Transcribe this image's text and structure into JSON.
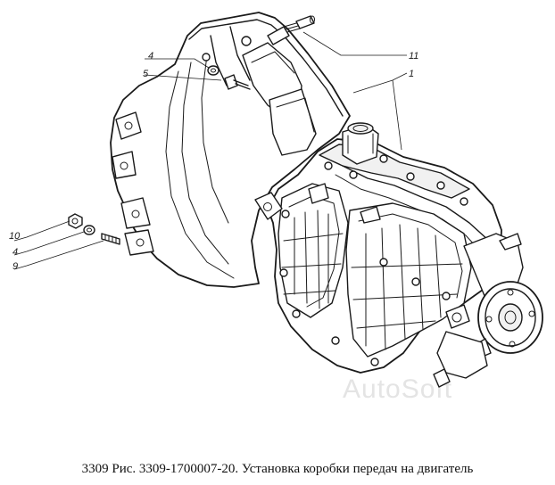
{
  "diagram": {
    "callouts": [
      {
        "id": "c11",
        "text": "11"
      },
      {
        "id": "c1",
        "text": "1"
      },
      {
        "id": "c4a",
        "text": "4"
      },
      {
        "id": "c5",
        "text": "5"
      },
      {
        "id": "c10",
        "text": "10"
      },
      {
        "id": "c4b",
        "text": "4"
      },
      {
        "id": "c9",
        "text": "9"
      }
    ],
    "watermark": "AutoSoft"
  },
  "caption": "3309 Рис. 3309-1700007-20. Установка коробки передач на двигатель"
}
